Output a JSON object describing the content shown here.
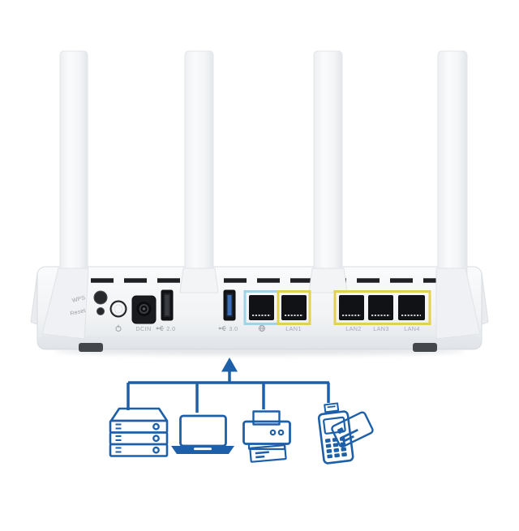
{
  "router": {
    "wps_label": "WPS",
    "reset_label": "Reset",
    "power_label_icon": "power-icon",
    "dcin_label": "DCIN",
    "usb2_label": "2.0",
    "usb3_label": "3.0",
    "wan_label_icon": "globe-icon",
    "lan_labels": [
      "LAN1",
      "LAN2",
      "LAN3",
      "LAN4"
    ],
    "antenna_count": 4,
    "colors": {
      "wan_frame": "#9ed3e8",
      "lan_frame": "#e3d052",
      "usb3_key": "#3c6fb8",
      "port_black": "#141518",
      "body_gray": "#eef0f3",
      "label_gray": "#a3a8ae"
    }
  },
  "diagram": {
    "line_color": "#1d5fa8",
    "arrow_icon": "up-arrow-icon",
    "devices": [
      "server-icon",
      "laptop-icon",
      "printer-icon",
      "pos-terminal-icon"
    ]
  }
}
